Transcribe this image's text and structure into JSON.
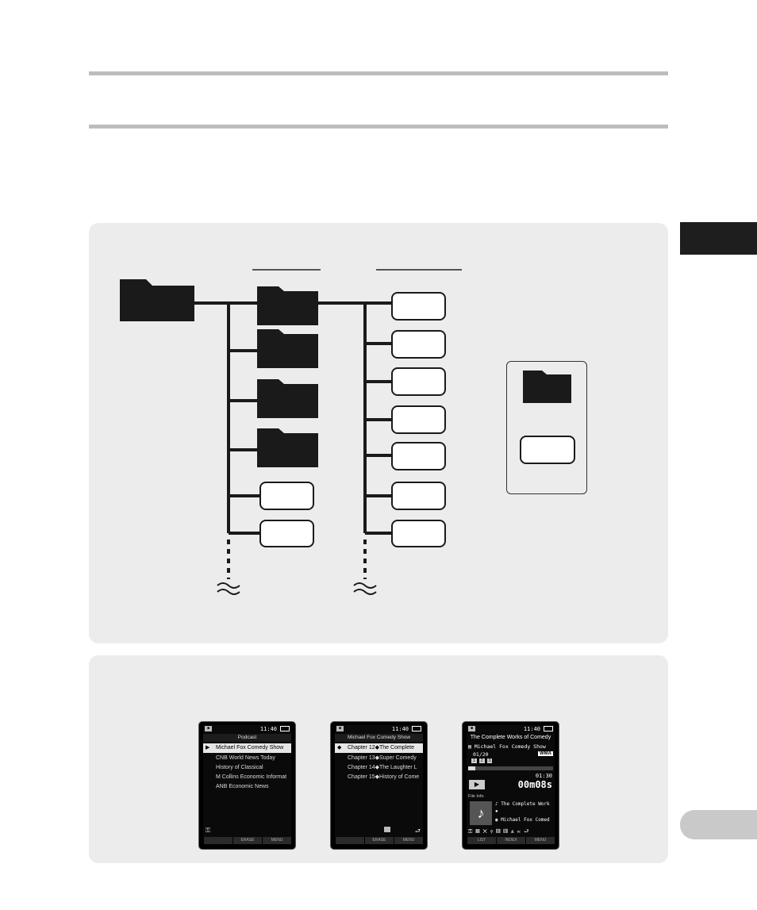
{
  "device1": {
    "time": "11:40",
    "title": "Podcast",
    "items": [
      "Michael Fox Comedy Show",
      "CNB World News Today",
      "History of Classical",
      "M Collins Economic Informat",
      "ANB Economic News"
    ],
    "softkeys": [
      "",
      "ERASE",
      "MENU"
    ]
  },
  "device2": {
    "time": "11:40",
    "title": "Michael Fox Comedy Show",
    "items": [
      "Chapter 12◆The Complete",
      "Chapter 13◆Super Comedy",
      "Chapter 14◆The Laughter L",
      "Chapter 15◆History of Come"
    ],
    "softkeys": [
      "",
      "ERASE",
      "MENU"
    ]
  },
  "device3": {
    "time": "11:40",
    "title": "The Complete Works of Comedy",
    "folder": "Michael Fox Comedy Show",
    "track": "01/20",
    "format": "WMA",
    "index_marks": [
      "1",
      "2",
      "3"
    ],
    "total_time": "01:30",
    "elapsed": "00m08s",
    "file_info_label": "File Info",
    "info_title": "The Complete Work",
    "info_album": "Michael Fox Comed",
    "softkeys": [
      "LIST",
      "INDEX",
      "MENU"
    ]
  },
  "colors": {
    "panel_bg": "#ececec",
    "rule": "#bdbdbd",
    "folder": "#1a1a1a",
    "tab_dark": "#1e1e1e",
    "tab_light": "#c9c9c9"
  }
}
